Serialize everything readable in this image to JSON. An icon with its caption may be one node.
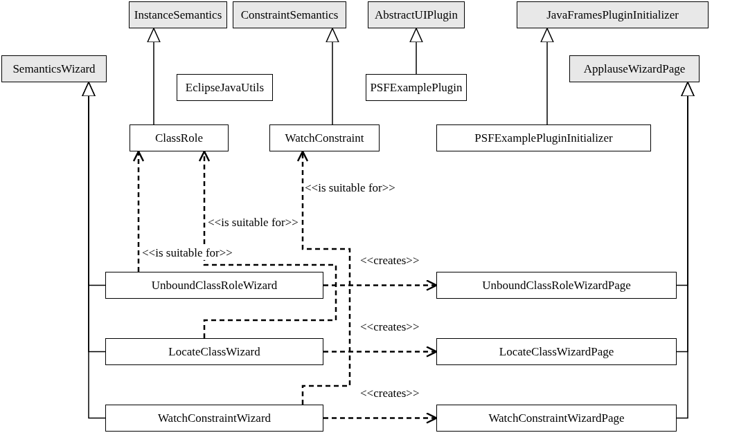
{
  "diagram": {
    "nodes": [
      {
        "text": [
          "InstanceSemantics"
        ]
      },
      {
        "text": [
          "ConstraintSemantics"
        ]
      },
      {
        "text": [
          "AbstractUIPlugin"
        ]
      },
      {
        "text": [
          "JavaFramesPluginInitializer"
        ]
      },
      {
        "text": [
          "SemanticsWizard"
        ]
      },
      {
        "text": [
          "EclipseJavaUtils"
        ]
      },
      {
        "text": [
          "PSFExamplePlugin"
        ]
      },
      {
        "text": [
          "ApplauseWizardPage"
        ]
      },
      {
        "text": [
          "ClassRole"
        ]
      },
      {
        "text": [
          "WatchConstraint"
        ]
      },
      {
        "text": [
          "PSFExamplePluginInitializer"
        ]
      },
      {
        "text": [
          "UnboundClassRoleWizard"
        ]
      },
      {
        "text": [
          "LocateClassWizard"
        ]
      },
      {
        "text": [
          "WatchConstraintWizard"
        ]
      },
      {
        "text": [
          "UnboundClassRoleWizardPage"
        ]
      },
      {
        "text": [
          "LocateClassWizardPage"
        ]
      },
      {
        "text": [
          "WatchConstraintWizardPage"
        ]
      }
    ],
    "edges": [
      {
        "from": 8,
        "to": 0,
        "arrow": "to"
      },
      {
        "from": 9,
        "to": 1,
        "arrow": "to"
      },
      {
        "from": 6,
        "to": 2,
        "arrow": "to"
      },
      {
        "from": 10,
        "to": 3,
        "arrow": "to"
      },
      {
        "from": 11,
        "to": 4,
        "arrow": "to"
      },
      {
        "from": 12,
        "to": 4,
        "arrow": "to"
      },
      {
        "from": 13,
        "to": 4,
        "arrow": "to"
      },
      {
        "from": 14,
        "to": 7,
        "arrow": "to"
      },
      {
        "from": 15,
        "to": 7,
        "arrow": "to"
      },
      {
        "from": 16,
        "to": 7,
        "arrow": "to"
      },
      {
        "from": 11,
        "to": 8,
        "arrow": "to",
        "style": "dashed",
        "label": "<<is suitable for>>"
      },
      {
        "from": 12,
        "to": 8,
        "arrow": "to",
        "style": "dashed",
        "label": "<<is suitable for>>"
      },
      {
        "from": 13,
        "to": 9,
        "arrow": "to",
        "style": "dashed",
        "label": "<<is suitable for>>"
      },
      {
        "from": 11,
        "to": 14,
        "arrow": "to",
        "style": "dashed",
        "label": "<<creates>>"
      },
      {
        "from": 12,
        "to": 15,
        "arrow": "to",
        "style": "dashed",
        "label": "<<creates>>"
      },
      {
        "from": 13,
        "to": 16,
        "arrow": "to",
        "style": "dashed",
        "label": "<<creates>>"
      }
    ]
  }
}
